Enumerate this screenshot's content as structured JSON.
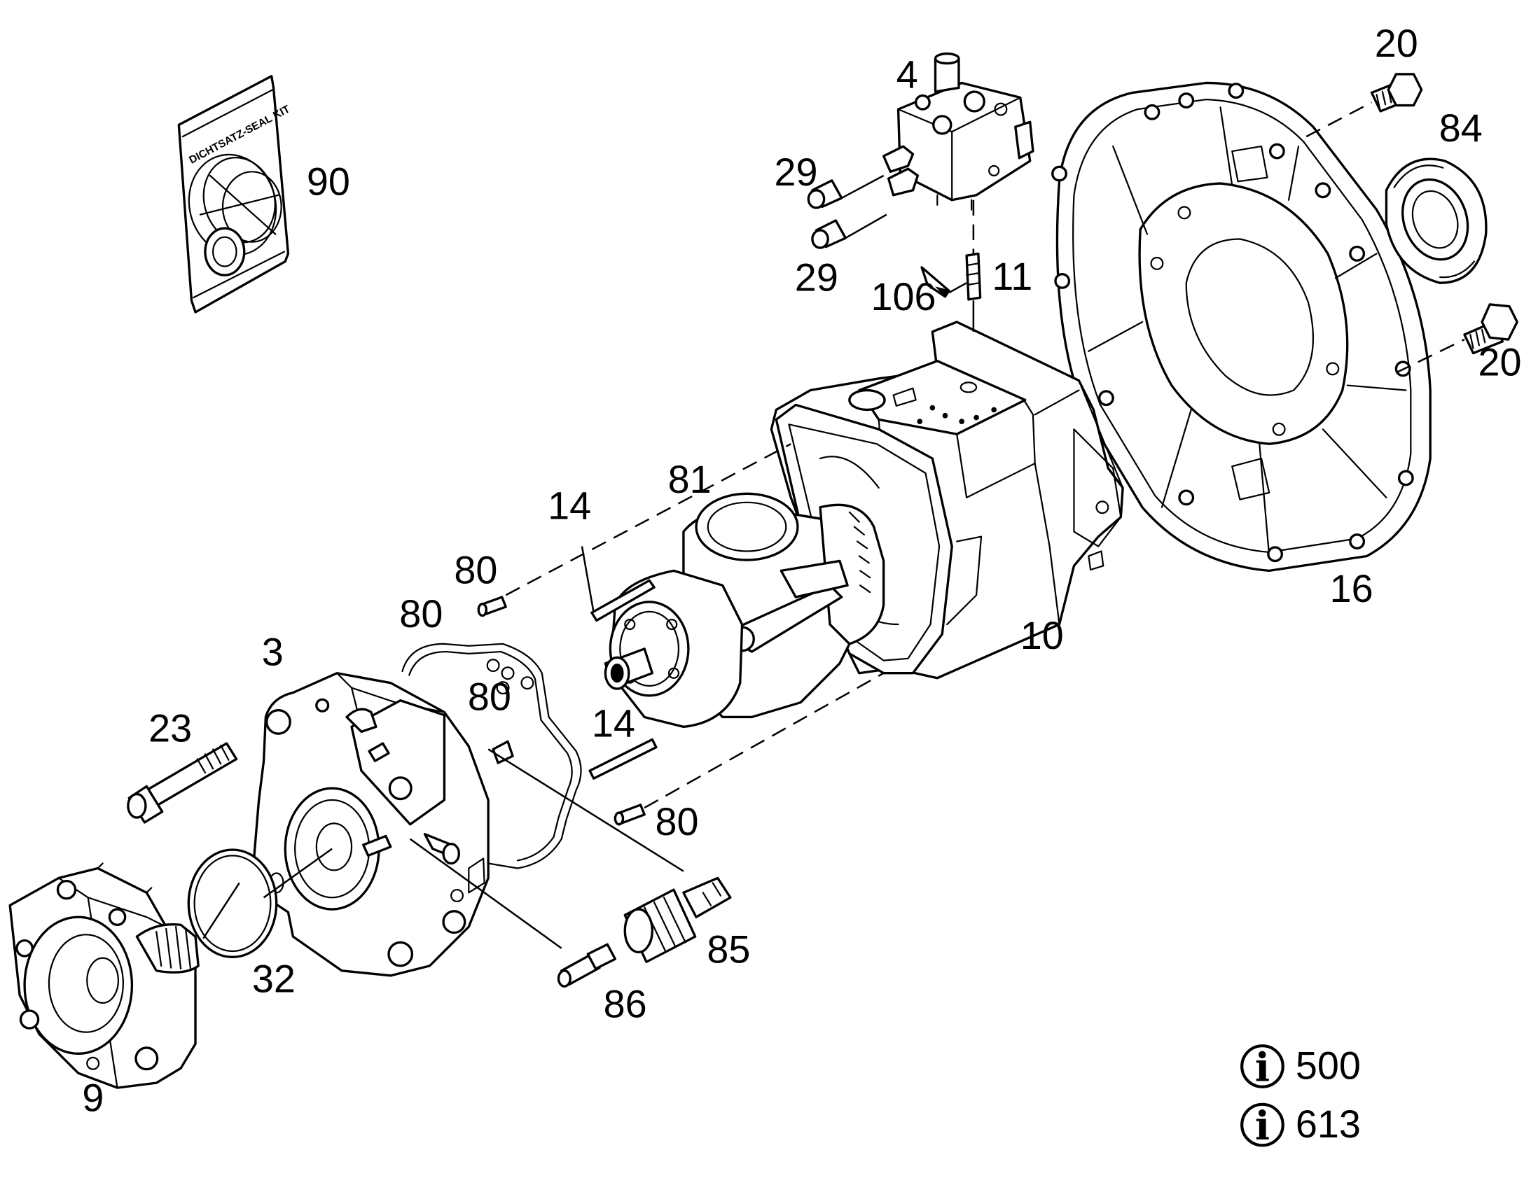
{
  "diagram": {
    "seal_kit_text": "DICHTSATZ-SEAL KIT",
    "callouts": [
      {
        "id": "c4",
        "text": "4"
      },
      {
        "id": "c20a",
        "text": "20"
      },
      {
        "id": "c84",
        "text": "84"
      },
      {
        "id": "c90",
        "text": "90"
      },
      {
        "id": "c29a",
        "text": "29"
      },
      {
        "id": "c29b",
        "text": "29"
      },
      {
        "id": "c11",
        "text": "11"
      },
      {
        "id": "c106",
        "text": "106"
      },
      {
        "id": "c20b",
        "text": "20"
      },
      {
        "id": "c81",
        "text": "81"
      },
      {
        "id": "c14a",
        "text": "14"
      },
      {
        "id": "c16",
        "text": "16"
      },
      {
        "id": "c80a",
        "text": "80"
      },
      {
        "id": "c80b",
        "text": "80"
      },
      {
        "id": "c10",
        "text": "10"
      },
      {
        "id": "c3",
        "text": "3"
      },
      {
        "id": "c80c",
        "text": "80"
      },
      {
        "id": "c23",
        "text": "23"
      },
      {
        "id": "c14b",
        "text": "14"
      },
      {
        "id": "c80d",
        "text": "80"
      },
      {
        "id": "c85",
        "text": "85"
      },
      {
        "id": "c32",
        "text": "32"
      },
      {
        "id": "c86",
        "text": "86"
      },
      {
        "id": "c9",
        "text": "9"
      }
    ],
    "info_refs": [
      {
        "icon": "info-icon",
        "text": "500"
      },
      {
        "icon": "info-icon",
        "text": "613"
      }
    ]
  }
}
